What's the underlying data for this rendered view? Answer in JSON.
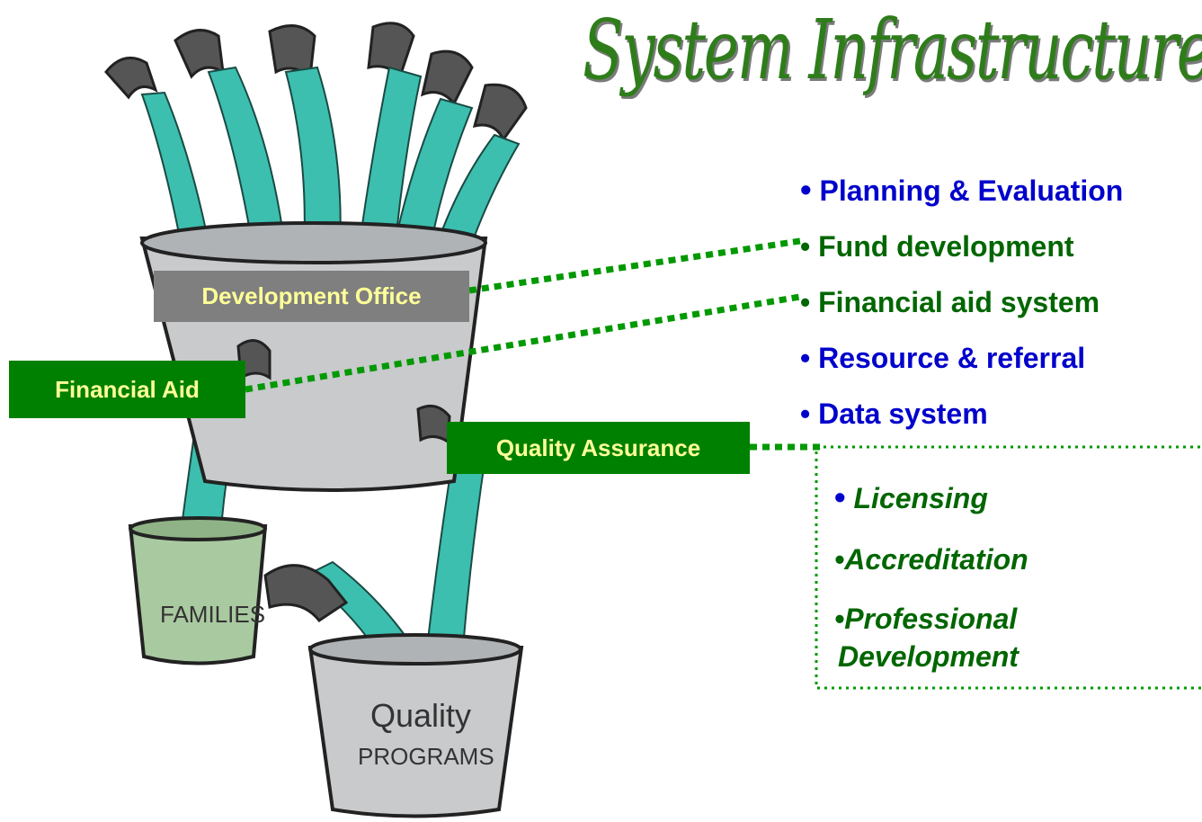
{
  "title": "System Infrastructure",
  "boxes": {
    "development_office": "Development Office",
    "financial_aid": "Financial Aid",
    "quality_assurance": "Quality Assurance"
  },
  "buckets": {
    "families": "FAMILIES",
    "quality": "Quality",
    "programs": "PROGRAMS"
  },
  "infrastructure_items": [
    {
      "bullet": "•",
      "text": "Planning & Evaluation"
    },
    {
      "bullet": "•",
      "text": "Fund development"
    },
    {
      "bullet": "•",
      "text": "Financial aid system"
    },
    {
      "bullet": "•",
      "text": "Resource & referral"
    },
    {
      "bullet": "•",
      "text": "Data system"
    }
  ],
  "quality_items": [
    {
      "bullet": "•",
      "text": "Licensing"
    },
    {
      "bullet": "•",
      "text": "Accreditation"
    },
    {
      "bullet": "•",
      "text": "Professional"
    },
    {
      "bullet": "",
      "text": "Development"
    }
  ],
  "colors": {
    "title_green": "#2e7d1a",
    "item_blue": "#0000cc",
    "item_green": "#006600",
    "box_green": "#008000",
    "box_gray": "#7f7f7f",
    "box_text": "#ffff99",
    "dotted_line": "#009900"
  }
}
